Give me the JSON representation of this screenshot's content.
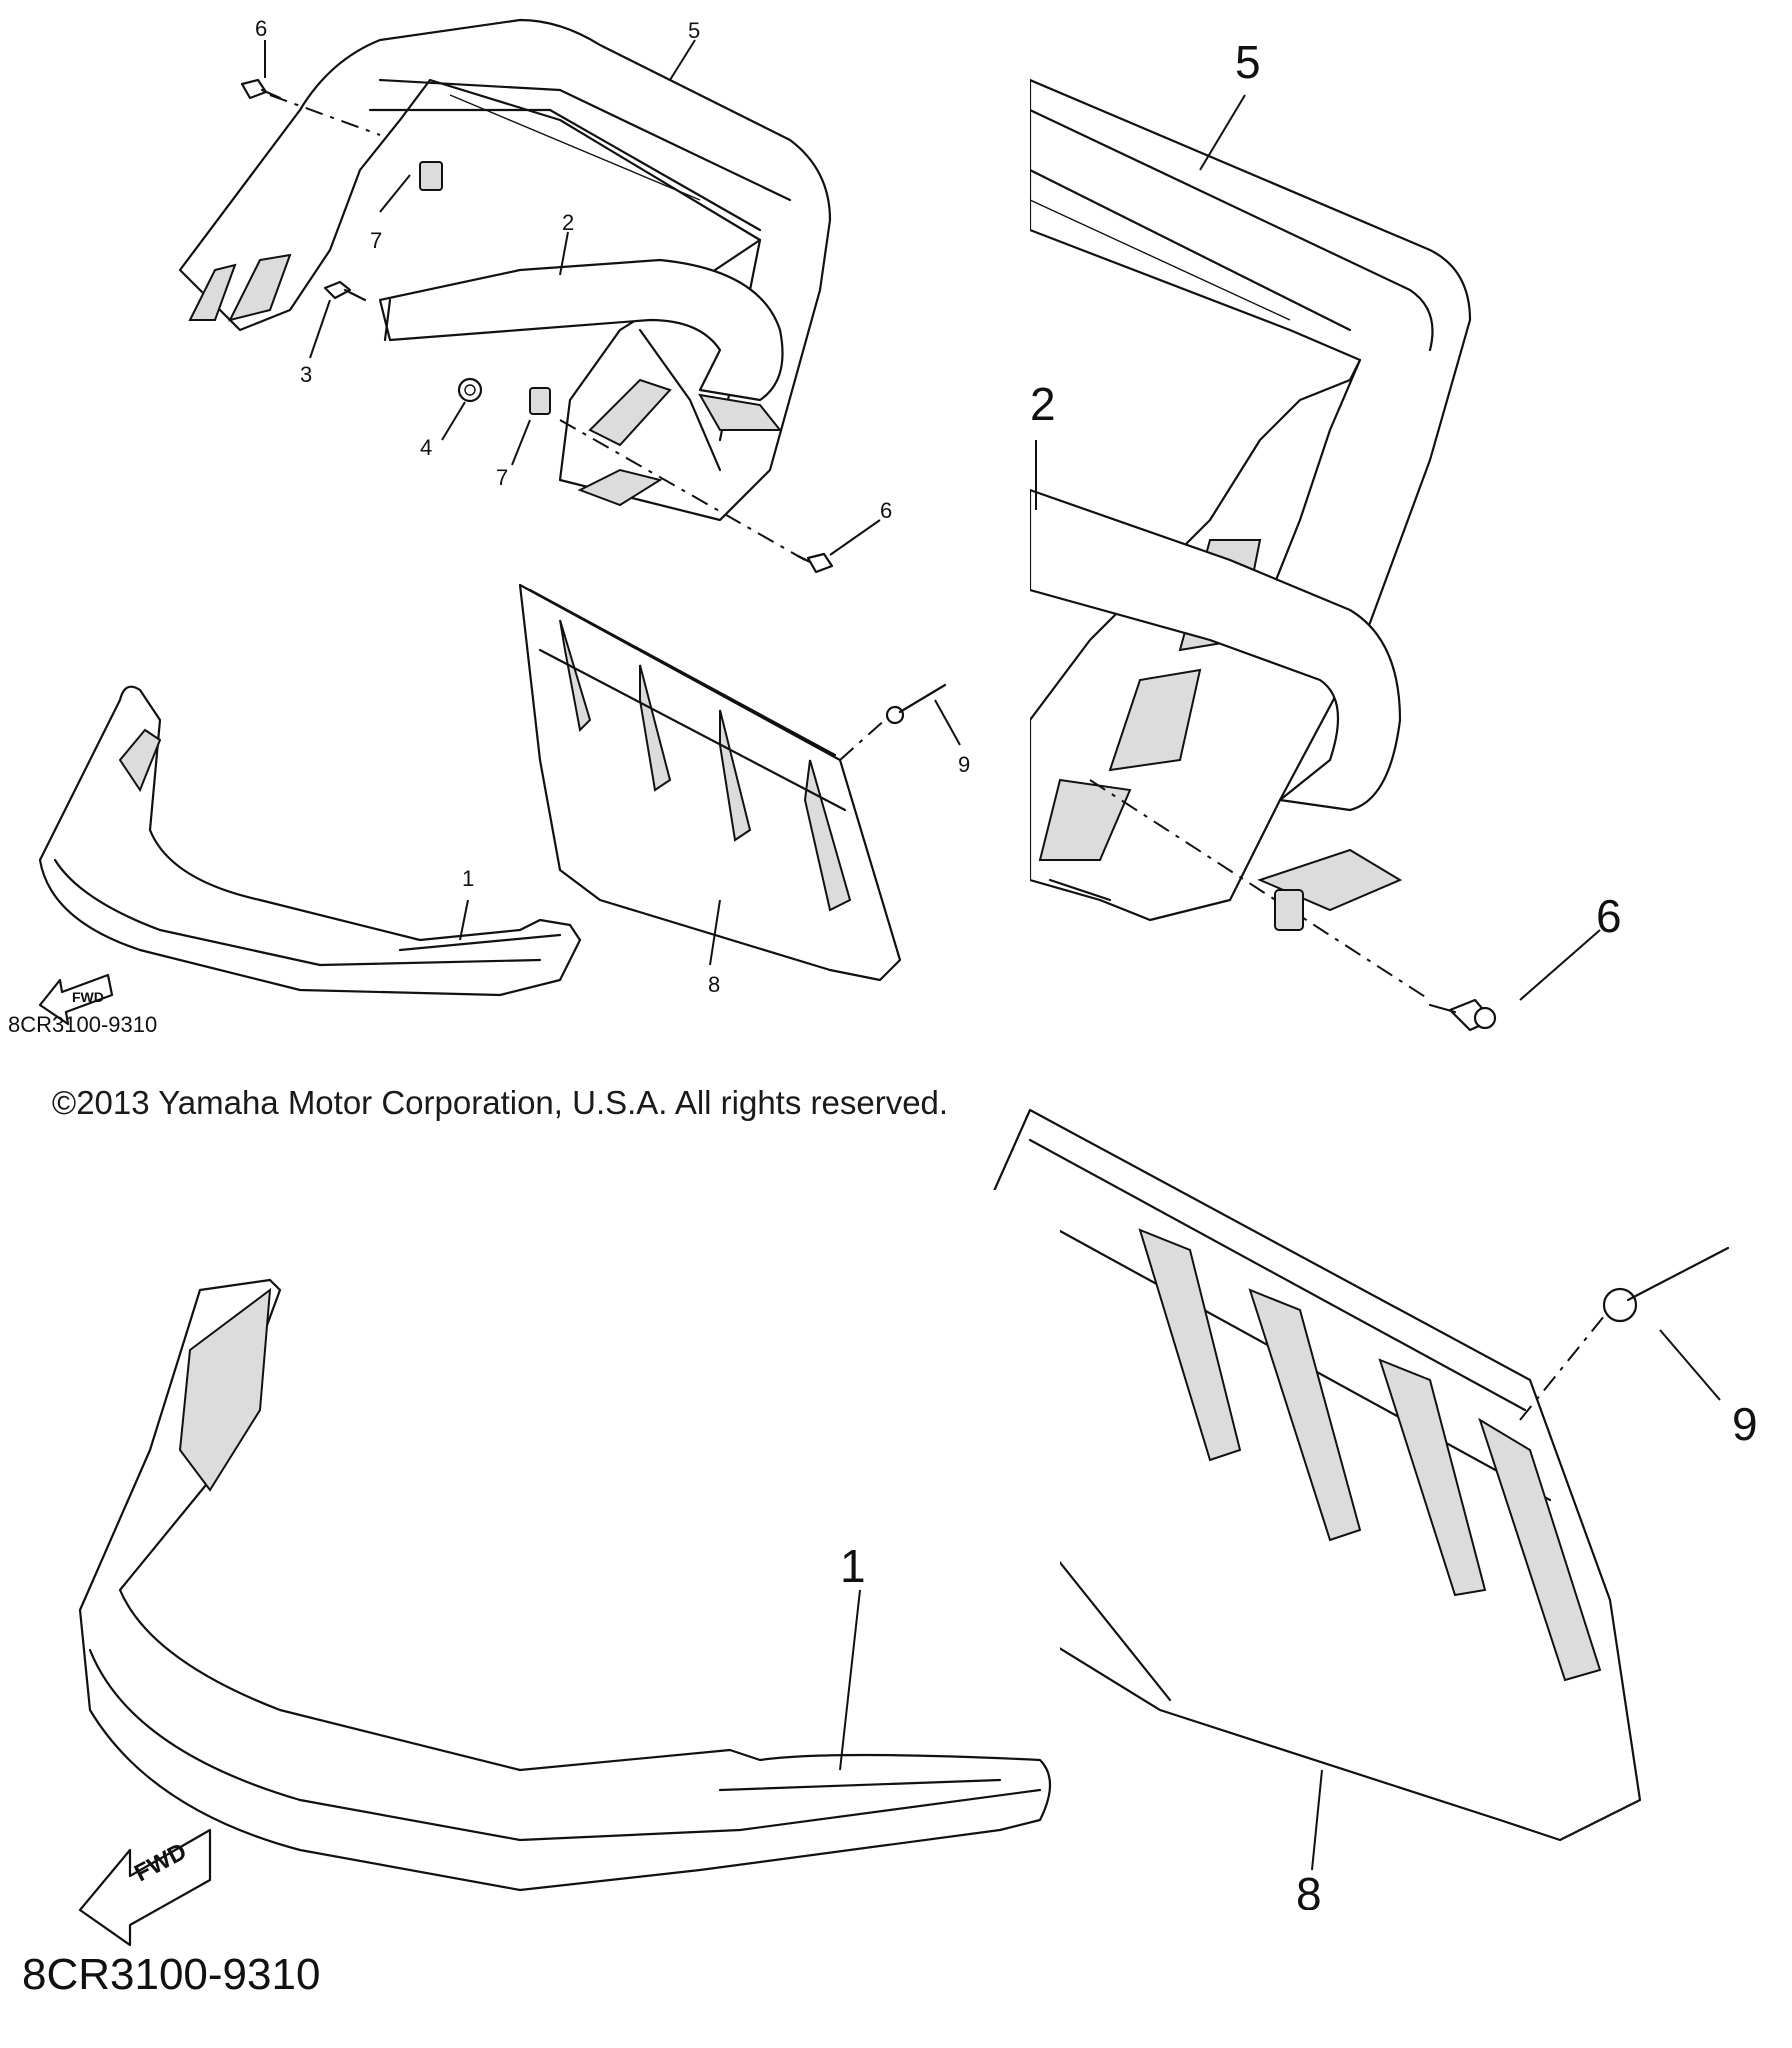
{
  "diagram_code": "8CR3100-9310",
  "copyright": "©2013 Yamaha Motor Corporation, U.S.A. All rights reserved.",
  "fwd_label": "FWD",
  "callouts": {
    "p1": "1",
    "p2": "2",
    "p3": "3",
    "p4": "4",
    "p5": "5",
    "p6": "6",
    "p7": "7",
    "p8": "8",
    "p9": "9"
  }
}
